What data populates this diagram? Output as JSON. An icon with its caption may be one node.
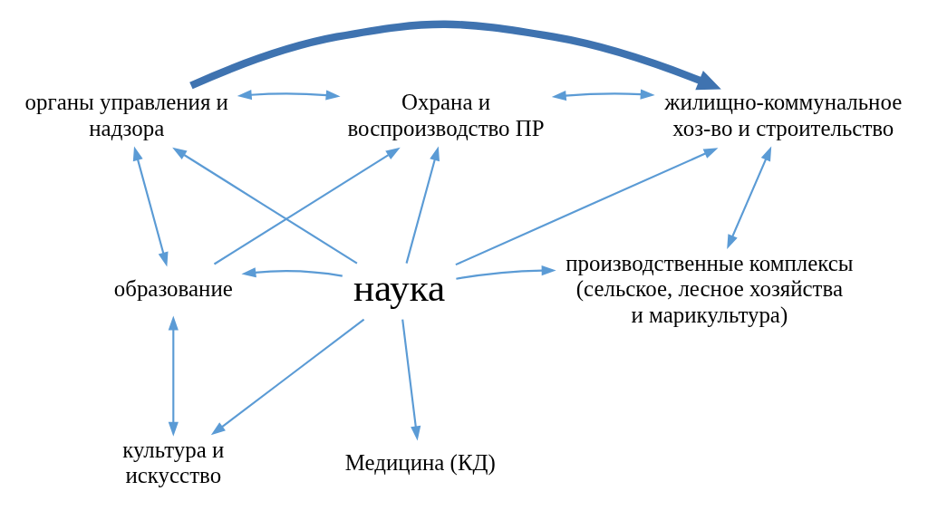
{
  "diagram": {
    "nodes": [
      {
        "text": [
          "органы управления и надзора"
        ]
      },
      {
        "text": [
          "Охрана и воспроизводство ПР"
        ]
      },
      {
        "text": [
          "жилищно-коммунальное хоз-во и строительство"
        ]
      },
      {
        "text": [
          "образование"
        ]
      },
      {
        "text": [
          "наука"
        ]
      },
      {
        "text": [
          "производственные комплексы (сельское, лесное хозяйства и марикультура)"
        ]
      },
      {
        "text": [
          "культура и искусство"
        ]
      },
      {
        "text": [
          "Медицина (КД)"
        ]
      }
    ],
    "edges": [
      {
        "from": 0,
        "to": 2,
        "arrow": "to",
        "style": "thick",
        "color": "#3f73b0"
      },
      {
        "from": 0,
        "to": 1,
        "arrow": "both"
      },
      {
        "from": 1,
        "to": 2,
        "arrow": "both"
      },
      {
        "from": 4,
        "to": 0,
        "arrow": "to"
      },
      {
        "from": 0,
        "to": 3,
        "arrow": "both"
      },
      {
        "from": 3,
        "to": 1,
        "arrow": "to"
      },
      {
        "from": 4,
        "to": 1,
        "arrow": "to"
      },
      {
        "from": 4,
        "to": 2,
        "arrow": "to"
      },
      {
        "from": 2,
        "to": 5,
        "arrow": "both"
      },
      {
        "from": 4,
        "to": 3,
        "arrow": "to"
      },
      {
        "from": 4,
        "to": 5,
        "arrow": "to"
      },
      {
        "from": 3,
        "to": 6,
        "arrow": "both"
      },
      {
        "from": 4,
        "to": 6,
        "arrow": "to"
      },
      {
        "from": 4,
        "to": 7,
        "arrow": "to"
      }
    ]
  }
}
